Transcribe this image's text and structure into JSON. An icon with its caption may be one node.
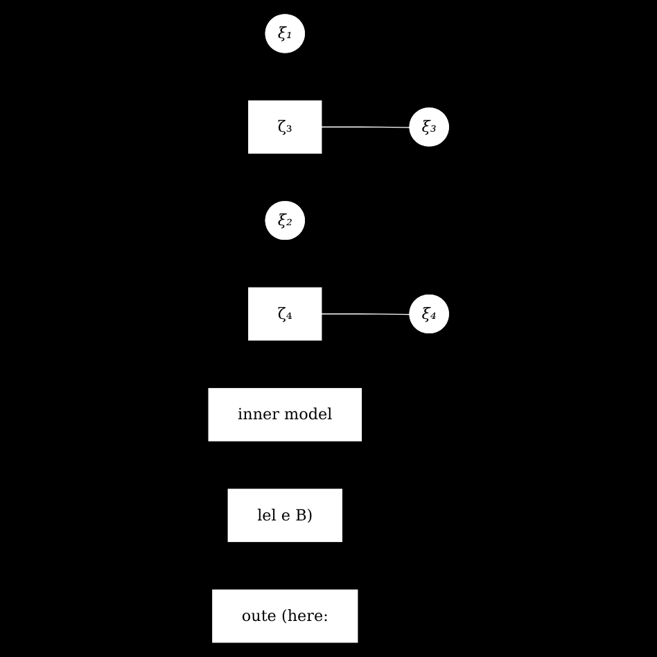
{
  "diagram": {
    "nodes": [
      {
        "text": [
          "ξ₁"
        ]
      },
      {
        "text": [
          "ξ₃"
        ]
      },
      {
        "text": [
          "ζ₃"
        ]
      },
      {
        "text": [
          "ξ₂"
        ]
      },
      {
        "text": [
          "ξ₄"
        ]
      },
      {
        "text": [
          "ζ₄"
        ]
      },
      {
        "text": [
          "inner model"
        ]
      },
      {
        "text": [
          "lel e B)"
        ]
      },
      {
        "text": [
          "oute (here:"
        ]
      }
    ],
    "edges": [
      {
        "from": 2,
        "to": 1,
        "arrow": "none"
      },
      {
        "from": 5,
        "to": 4,
        "arrow": "none"
      }
    ]
  }
}
